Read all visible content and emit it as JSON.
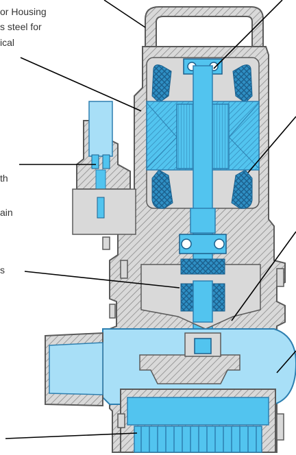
{
  "labels": {
    "motor_housing": [
      "or Housing",
      "s steel for",
      "ical"
    ],
    "cable_fragment": "th",
    "drain_fragment": "ain",
    "seal_fragment": "s"
  },
  "colors": {
    "housing_gray": "#d9d9d9",
    "housing_outline": "#5a5a5a",
    "pump_blue": "#52c4ef",
    "pump_blue_dark": "#2d7fb0",
    "light_blue": "#a8dff7",
    "leader_line": "#000000"
  }
}
